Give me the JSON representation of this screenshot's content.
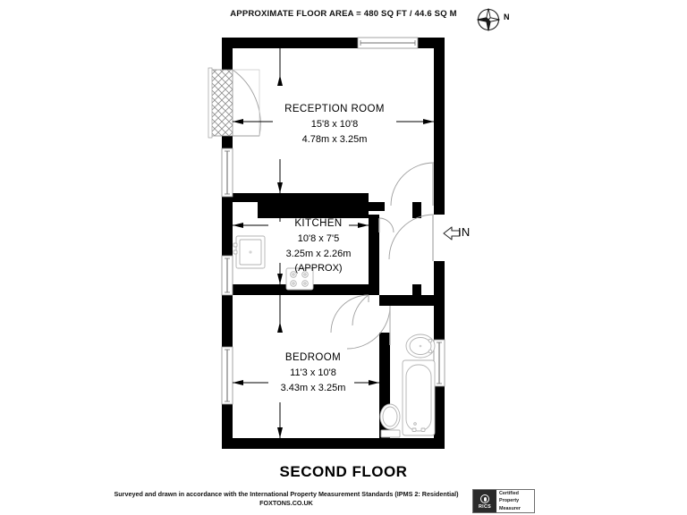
{
  "header": {
    "area_text": "APPROXIMATE FLOOR AREA = 480 SQ FT / 44.6 SQ M",
    "compass_label": "N",
    "compass_icon": "compass-rose-icon"
  },
  "plan": {
    "entrance": {
      "label": "IN",
      "arrow_icon": "arrow-left-icon"
    },
    "rooms": [
      {
        "id": "reception",
        "name": "RECEPTION ROOM",
        "dim_imperial": "15'8 x 10'8",
        "dim_metric": "4.78m x 3.25m",
        "note": ""
      },
      {
        "id": "kitchen",
        "name": "KITCHEN",
        "dim_imperial": "10'8 x 7'5",
        "dim_metric": "3.25m x 2.26m",
        "note": "(APPROX)"
      },
      {
        "id": "bedroom",
        "name": "BEDROOM",
        "dim_imperial": "11'3 x 10'8",
        "dim_metric": "3.43m x 3.25m",
        "note": ""
      }
    ],
    "fixtures": [
      "kitchen-sink",
      "kitchen-hob",
      "bathroom-basin",
      "bathtub",
      "toilet"
    ],
    "colors": {
      "wall": "#000000",
      "fixture_outline": "#b5b5b5",
      "window_frame": "#9a9a9a",
      "dimension_arrow": "#000000",
      "background": "#ffffff"
    }
  },
  "footer": {
    "floor_title": "SECOND FLOOR",
    "disclaimer": "Surveyed and drawn in accordance with the International Property Measurement Standards (IPMS 2: Residential) FOXTONS.CO.UK",
    "rics": {
      "mark": "RICS",
      "line1": "Certified",
      "line2": "Property",
      "line3": "Measurer"
    }
  }
}
